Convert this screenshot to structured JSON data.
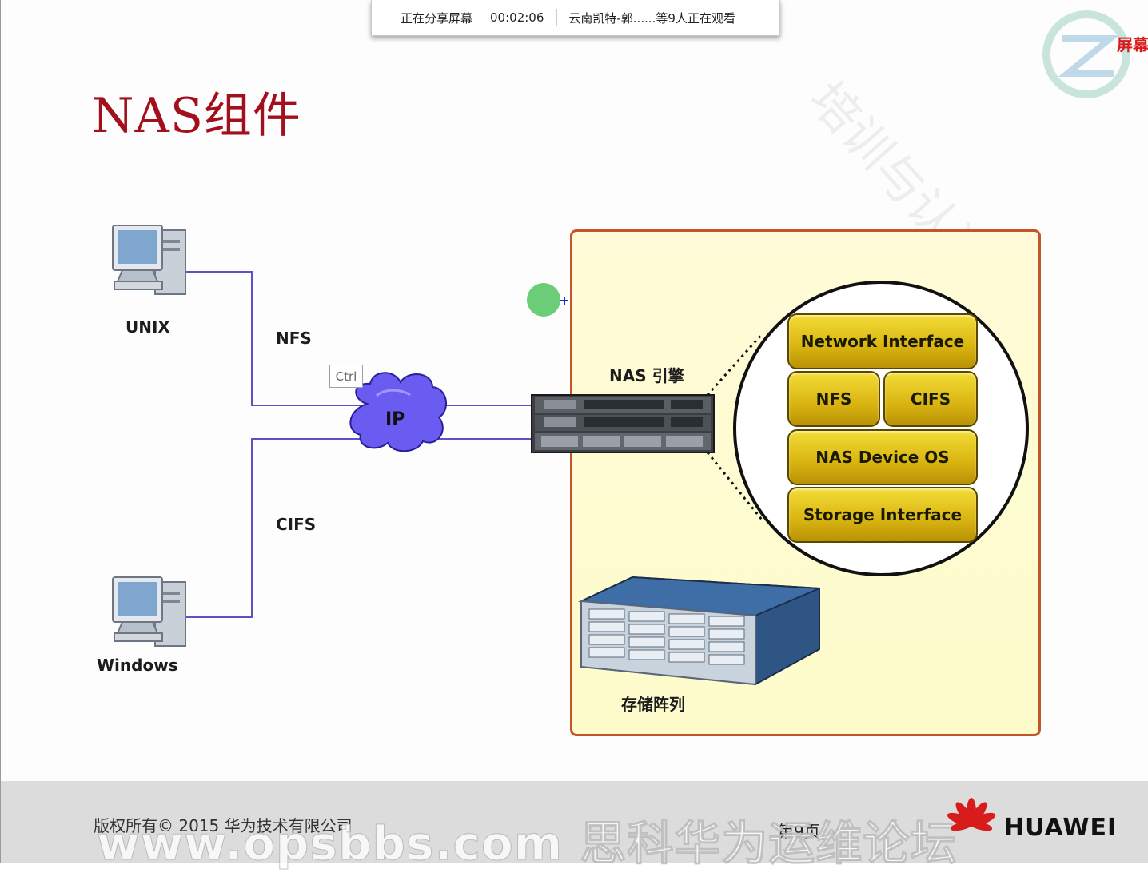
{
  "share_bar": {
    "status": "正在分享屏幕",
    "timer": "00:02:06",
    "viewers": "云南凯特-郭......等9人正在观看"
  },
  "corner_label": "屏幕",
  "slide": {
    "title": "NAS组件",
    "clients": {
      "unix": "UNIX",
      "windows": "Windows"
    },
    "protocols": {
      "nfs": "NFS",
      "cifs": "CIFS"
    },
    "network": "IP",
    "ctrl_badge": "Ctrl",
    "nas_engine": "NAS 引擎",
    "storage_array": "存储阵列",
    "stack": {
      "network_interface": "Network Interface",
      "nfs": "NFS",
      "cifs": "CIFS",
      "os": "NAS Device OS",
      "storage_interface": "Storage Interface"
    }
  },
  "footer": {
    "copyright": "版权所有© 2015  华为技术有限公司",
    "page": "第9页",
    "brand": "HUAWEI",
    "watermark": "www.opsbbs.com 思科华为运维论坛"
  },
  "colors": {
    "title": "#a3101d",
    "link_line": "#5b52c9",
    "cloud": "#6a5cf0",
    "nas_border": "#c4542a",
    "block_gold": "#d9b411",
    "brand_red": "#d81c1c"
  }
}
